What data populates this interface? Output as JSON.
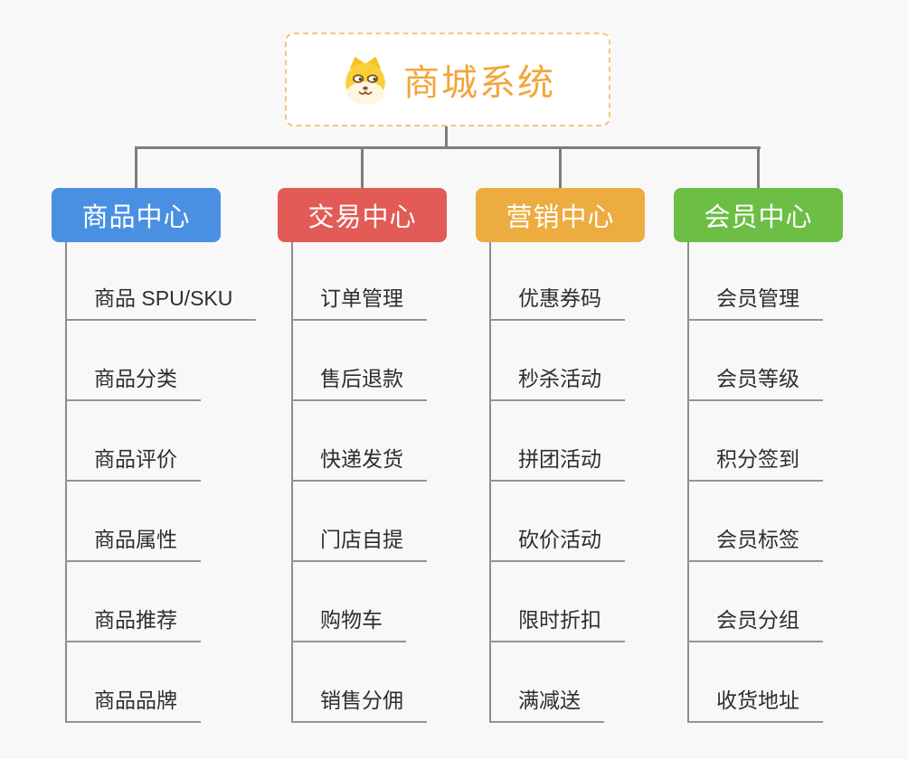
{
  "root": {
    "title": "商城系统",
    "icon": "dog-face-icon"
  },
  "branches": [
    {
      "label": "商品中心",
      "color": "#4A90E2",
      "children": [
        "商品 SPU/SKU",
        "商品分类",
        "商品评价",
        "商品属性",
        "商品推荐",
        "商品品牌"
      ]
    },
    {
      "label": "交易中心",
      "color": "#E25B56",
      "children": [
        "订单管理",
        "售后退款",
        "快递发货",
        "门店自提",
        "购物车",
        "销售分佣"
      ]
    },
    {
      "label": "营销中心",
      "color": "#EDAC40",
      "children": [
        "优惠券码",
        "秒杀活动",
        "拼团活动",
        "砍价活动",
        "限时折扣",
        "满减送"
      ]
    },
    {
      "label": "会员中心",
      "color": "#6CBE45",
      "children": [
        "会员管理",
        "会员等级",
        "积分签到",
        "会员标签",
        "会员分组",
        "收货地址"
      ]
    }
  ],
  "style_colors": {
    "background": "#F8F8F8",
    "root_border": "#F3C87D",
    "root_title": "#F0A73C",
    "connector": "#7D7D7D",
    "leaf_text": "#2E2E2E",
    "leaf_underline": "#949494"
  }
}
